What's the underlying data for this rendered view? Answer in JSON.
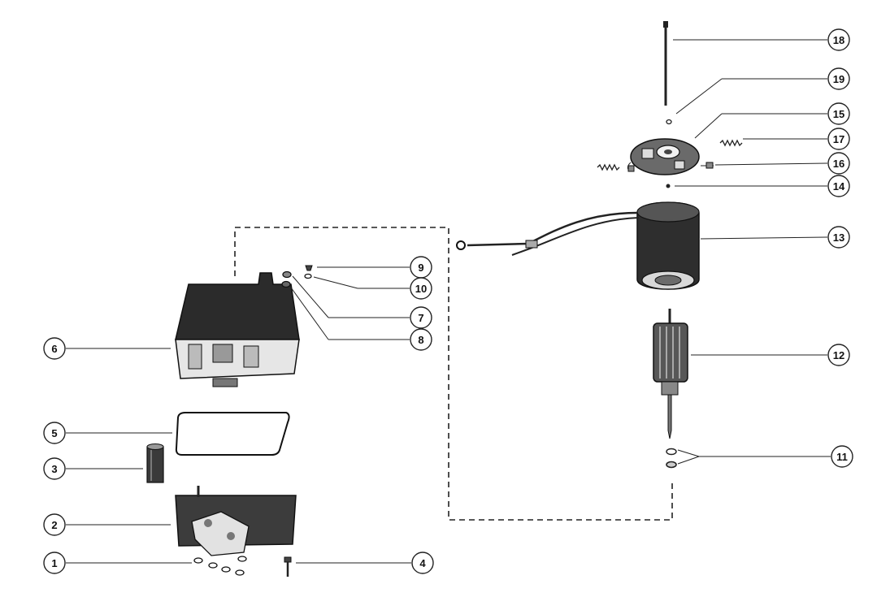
{
  "callouts": [
    {
      "id": "c18",
      "label": "18"
    },
    {
      "id": "c19",
      "label": "19"
    },
    {
      "id": "c15",
      "label": "15"
    },
    {
      "id": "c17",
      "label": "17"
    },
    {
      "id": "c16",
      "label": "16"
    },
    {
      "id": "c14",
      "label": "14"
    },
    {
      "id": "c13",
      "label": "13"
    },
    {
      "id": "c12",
      "label": "12"
    },
    {
      "id": "c11",
      "label": "11"
    },
    {
      "id": "c9",
      "label": "9"
    },
    {
      "id": "c10",
      "label": "10"
    },
    {
      "id": "c7",
      "label": "7"
    },
    {
      "id": "c8",
      "label": "8"
    },
    {
      "id": "c6",
      "label": "6"
    },
    {
      "id": "c5",
      "label": "5"
    },
    {
      "id": "c3",
      "label": "3"
    },
    {
      "id": "c2",
      "label": "2"
    },
    {
      "id": "c1",
      "label": "1"
    },
    {
      "id": "c4",
      "label": "4"
    }
  ]
}
